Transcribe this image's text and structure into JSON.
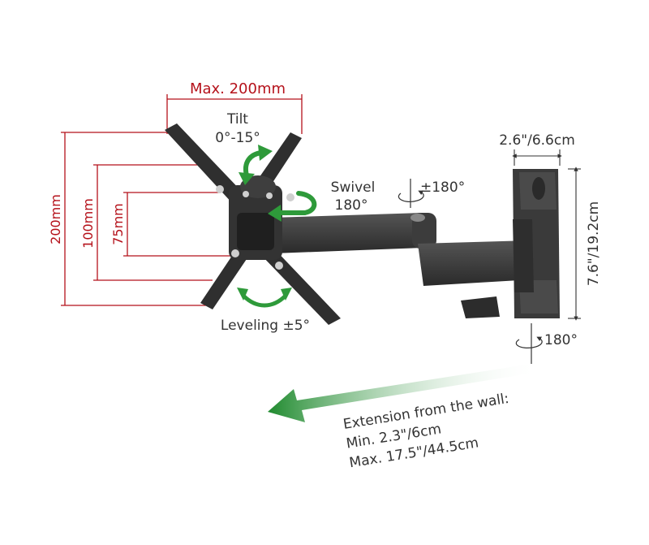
{
  "diagram": {
    "width_label": "Max. 200mm",
    "height_200": "200mm",
    "height_100": "100mm",
    "height_75": "75mm",
    "tilt_title": "Tilt",
    "tilt_range": "0°-15°",
    "swivel_title": "Swivel",
    "swivel_range": "180°",
    "rotate_arm": "±180°",
    "leveling": "Leveling ±5°",
    "plate_width": "2.6\"/6.6cm",
    "plate_height": "7.6\"/19.2cm",
    "plate_swivel": "180°",
    "extension_title": "Extension from the wall:",
    "extension_min": "Min. 2.3\"/6cm",
    "extension_max": "Max. 17.5\"/44.5cm"
  },
  "colors": {
    "dimension": "#b5121b",
    "arrow": "#2e9a3a",
    "metal": "#3a3a3a",
    "text": "#333333"
  }
}
